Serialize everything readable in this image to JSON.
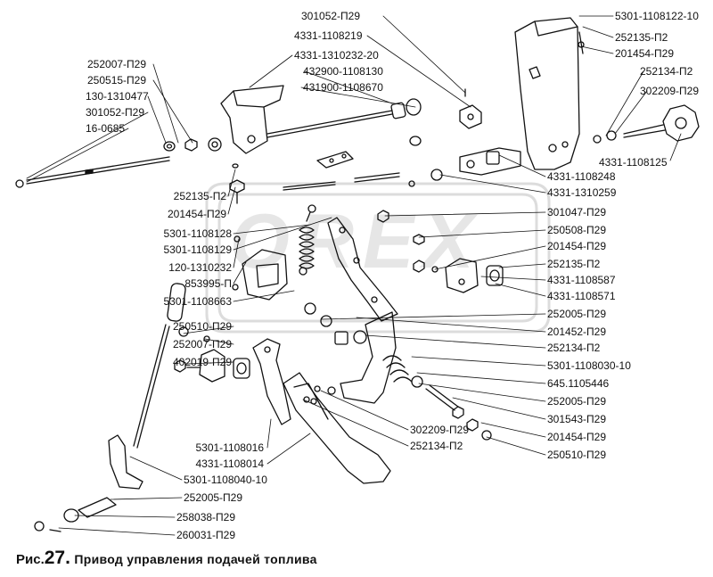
{
  "watermark": "OREX",
  "caption": {
    "prefix": "Рис.",
    "number": "27.",
    "title": "Привод управления подачей топлива"
  },
  "labels": {
    "l01": "301052-П29",
    "l02": "4331-1108219",
    "l03": "4331-1310232-20",
    "l04": "432900-1108130",
    "l05": "431900-1108670",
    "l06": "5301-1108122-10",
    "l07": "252135-П2",
    "l08": "201454-П29",
    "l09": "252134-П2",
    "l10": "302209-П29",
    "l11": "4331-1108125",
    "l12": "252007-П29",
    "l13": "250515-П29",
    "l14": "130-1310477",
    "l15": "301052-П29",
    "l16": "16-0685",
    "l17": "4331-1108248",
    "l18": "4331-1310259",
    "l19": "301047-П29",
    "l20": "250508-П29",
    "l21": "201454-П29",
    "l22": "252135-П2",
    "l23": "4331-1108587",
    "l24": "4331-1108571",
    "l25": "252005-П29",
    "l26": "201452-П29",
    "l27": "252134-П2",
    "l28": "5301-1108030-10",
    "l29": "645.1105446",
    "l30": "252005-П29",
    "l31": "301543-П29",
    "l32": "201454-П29",
    "l33": "250510-П29",
    "l34": "252135-П2",
    "l35": "201454-П29",
    "l36": "5301-1108128",
    "l37": "5301-1108129",
    "l38": "120-1310232",
    "l39": "853995-П",
    "l40": "5301-1108663",
    "l41": "250510-П29",
    "l42": "252007-П29",
    "l43": "402019-П29",
    "l44": "302209-П29",
    "l45": "252134-П2",
    "l46": "5301-1108016",
    "l47": "4331-1108014",
    "l48": "5301-1108040-10",
    "l49": "252005-П29",
    "l50": "258038-П29",
    "l51": "260031-П29"
  }
}
